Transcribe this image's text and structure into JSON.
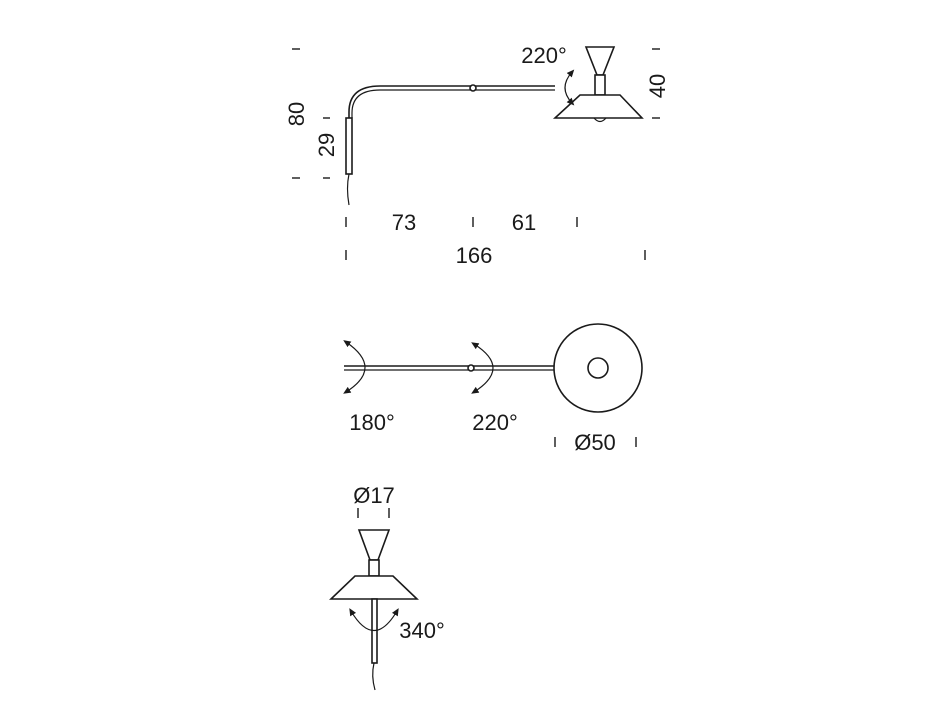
{
  "side_view": {
    "label_height_total": "80",
    "label_height_base": "29",
    "label_shade_height": "40",
    "label_rotation_top": "220°",
    "label_arm_a": "73",
    "label_arm_b": "61",
    "label_total_length": "166"
  },
  "top_view": {
    "label_rotation_wall": "180°",
    "label_rotation_joint": "220°",
    "label_shade_diameter": "Ø50"
  },
  "front_view": {
    "label_cone_diameter": "Ø17",
    "label_rotation_shade": "340°"
  }
}
